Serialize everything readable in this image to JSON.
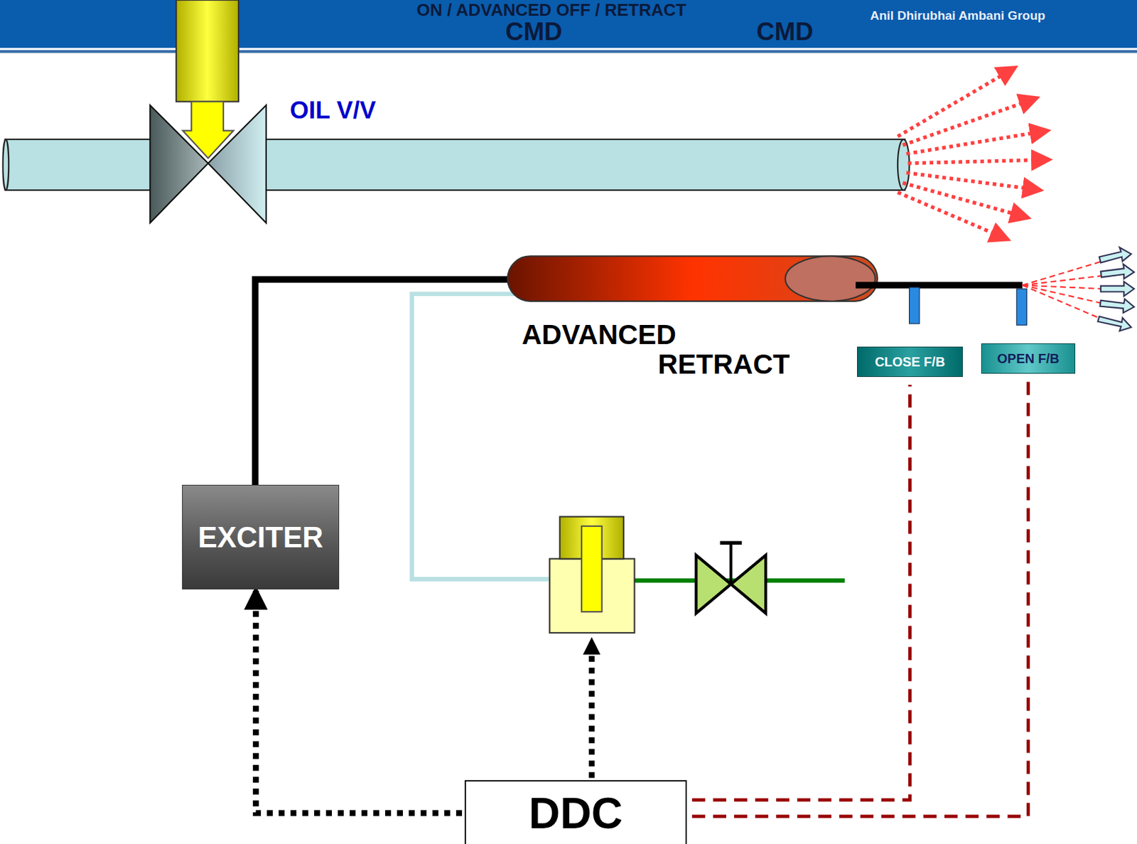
{
  "diagram": {
    "title": "ON / ADVANCED OFF / RETRACT",
    "nodes": [
      {
        "text": [
          "CLOSE F/B"
        ]
      },
      {
        "text": [
          "OPEN F/B"
        ]
      },
      {
        "text": [
          "EXCITER"
        ]
      },
      {
        "text": [
          "DDC"
        ]
      }
    ],
    "edges": [
      {
        "from": 3,
        "to": 2,
        "arrow": "to"
      },
      {
        "from": 3,
        "to": 0,
        "arrow": "none"
      },
      {
        "from": 3,
        "to": 1,
        "arrow": "none"
      }
    ],
    "labels": [
      "CMD",
      "CMD",
      "Anil Dhirubhai Ambani Group",
      "OIL V/V",
      "ADVANCED",
      "RETRACT"
    ]
  }
}
